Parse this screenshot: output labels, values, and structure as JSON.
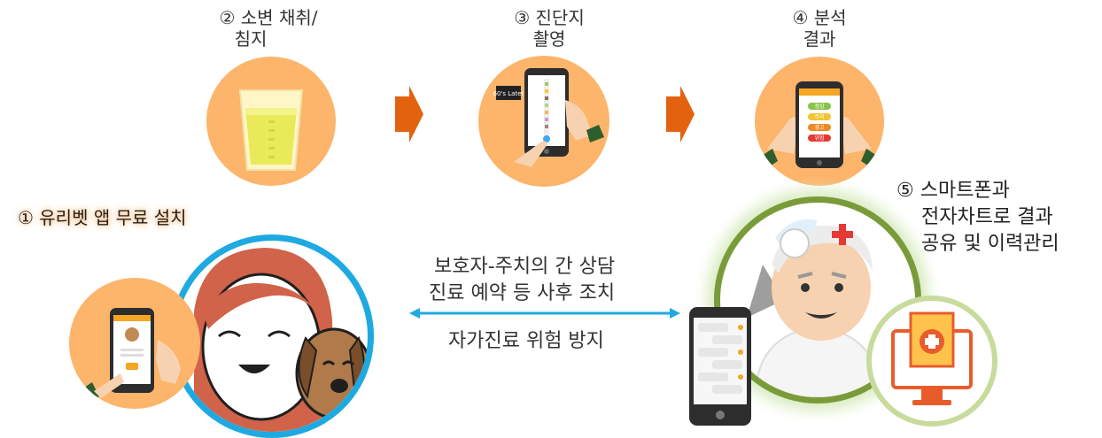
{
  "steps": {
    "step1": {
      "label": "① 유리벳 앱 무료 설치"
    },
    "step2": {
      "line1": "② 소변 채취/",
      "line2": "침지"
    },
    "step3": {
      "line1": "③ 진단지",
      "line2": "촬영",
      "screen_text": "60's Later"
    },
    "step4": {
      "line1": "④ 분석",
      "line2": "결과",
      "results": [
        "정상",
        "주의",
        "경고",
        "위험"
      ]
    },
    "step5": {
      "line1": "⑤ 스마트폰과",
      "line2": "전자차트로 결과",
      "line3": "공유 및 이력관리"
    }
  },
  "center": {
    "line1": "보호자-주치의 간 상담",
    "line2": "진료 예약 등 사후 조치",
    "line3": "자가진료 위험 방지"
  },
  "colors": {
    "orange_circle": "#FDB46B",
    "arrow": "#E2620F",
    "blue_ring": "#1FA9E1",
    "green_ring": "#7A9B3A",
    "light_green_ring": "#C8DB9C",
    "result_normal": "#8BC34A",
    "result_caution": "#F4C430",
    "result_warning": "#F08A24",
    "result_danger": "#E53935"
  }
}
